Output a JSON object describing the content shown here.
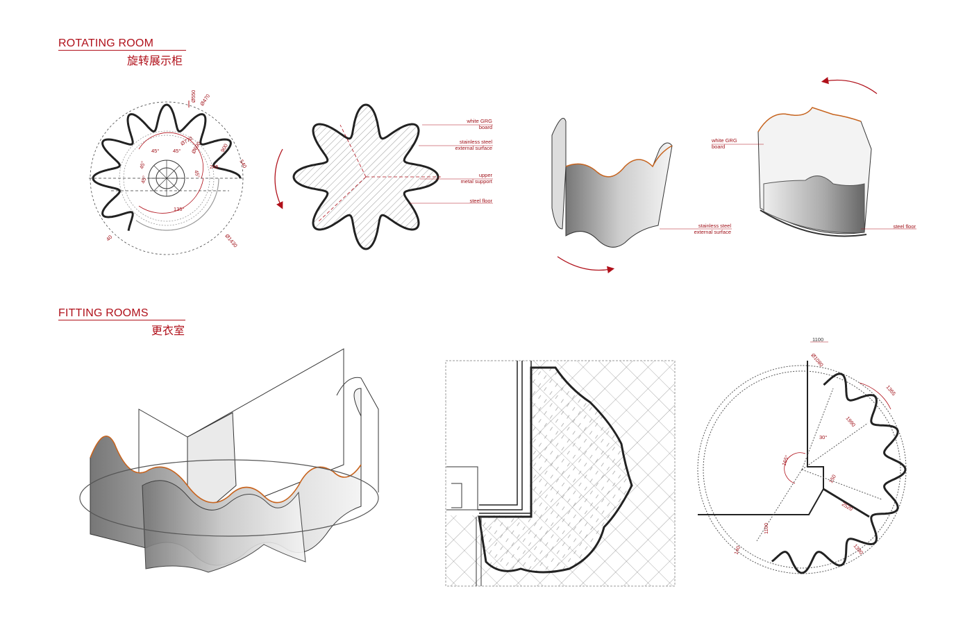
{
  "sections": {
    "rotating": {
      "title": "ROTATING ROOM",
      "subtitle": "旋转展示柜"
    },
    "fitting": {
      "title": "FITTING ROOMS",
      "subtitle": "更衣室"
    }
  },
  "plan1_dims": [
    "Ø550",
    "Ø470",
    "Ø770",
    "Ø690",
    "45°",
    "45°",
    "45°",
    "45°",
    "45°",
    "900",
    "540",
    "245",
    "135°",
    "40",
    "Ø1430"
  ],
  "section_labels": {
    "white_grg": [
      "white GRG",
      "board"
    ],
    "stainless": [
      "stainless steel",
      "external surface"
    ],
    "upper": [
      "upper",
      "metal support"
    ],
    "steel_floor": "steel floor"
  },
  "iso3_label": [
    "stainless steel",
    "external surface"
  ],
  "iso4_labels": {
    "white_grg": [
      "white GRG",
      "board"
    ],
    "steel_floor": "steel floor"
  },
  "plan2_dims": [
    "1100",
    "Ø1080",
    "1365",
    "1990",
    "30°",
    "165°",
    "150",
    "2520",
    "1100",
    "140",
    "1390"
  ],
  "colors": {
    "accent": "#b0101a",
    "line": "#222222",
    "edge": "#c8641e"
  }
}
